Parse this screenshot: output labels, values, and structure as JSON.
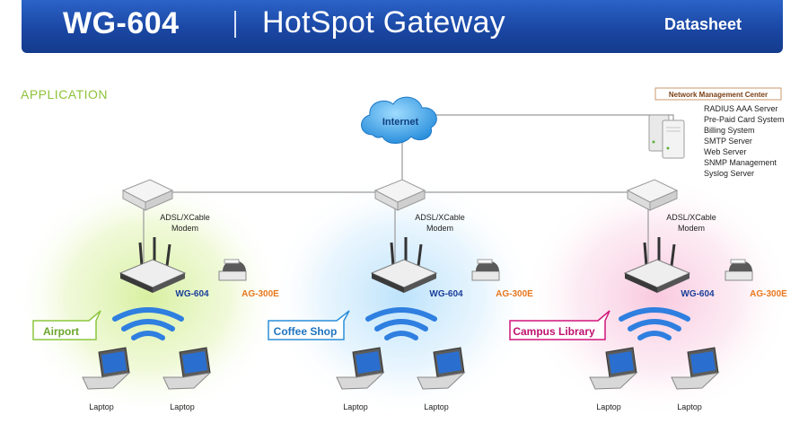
{
  "header": {
    "model": "WG-604",
    "product": "HotSpot Gateway",
    "doc_type": "Datasheet"
  },
  "section_title": "APPLICATION",
  "internet_label": "Internet",
  "nmc": {
    "title": "Network Management Center",
    "items": [
      "RADIUS AAA Server",
      "Pre-Paid Card System",
      "Billing System",
      "SMTP Server",
      "Web Server",
      "SNMP Management",
      "Syslog Server"
    ]
  },
  "modem_label": [
    "ADSL/XCable",
    "Modem"
  ],
  "gateway_label": "WG-604",
  "printer_label": "AG-300E",
  "laptop_label": "Laptop",
  "sites": [
    {
      "name": "Airport",
      "color": "#8cc63f"
    },
    {
      "name": "Coffee Shop",
      "color": "#2b8fd9"
    },
    {
      "name": "Campus Library",
      "color": "#d0157a"
    }
  ],
  "colors": {
    "header_blue": "#1a47a3",
    "title_green": "#8fc23a",
    "gateway_blue": "#1a3f99",
    "printer_orange": "#e8781e",
    "wifi_blue": "#2f7fe0"
  }
}
